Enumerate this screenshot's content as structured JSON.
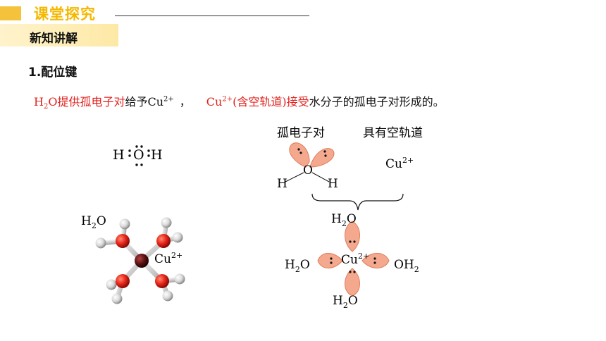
{
  "header": {
    "title": "课堂探究",
    "subtitle": "新知讲解"
  },
  "section": {
    "title": "1.配位键"
  },
  "sentence": {
    "p1_h": "H",
    "p1_sub": "2",
    "p1_rest": "O提供孤电子对",
    "p2": "给予Cu",
    "p2_sup": "2+",
    "p2_tail": "，",
    "p3": "Cu",
    "p3_sup": "2+",
    "p3_rest": "(含空轨道)接受",
    "p4": "水分子的孤电子对形成的。"
  },
  "lewis": {
    "left": "H",
    "center": "O",
    "right": "H"
  },
  "model": {
    "h2o_h": "H",
    "h2o_sub": "2",
    "h2o_o": "O",
    "cu": "Cu",
    "cu_sup": "2+"
  },
  "orbital": {
    "lone_pair_label": "孤电子对",
    "empty_orbital_label": "具有空轨道",
    "o": "O",
    "h_left": "H",
    "h_right": "H",
    "cu": "Cu",
    "cu_sup": "2+"
  },
  "complex": {
    "top": {
      "h": "H",
      "sub": "2",
      "o": "O"
    },
    "left": {
      "h": "H",
      "sub": "2",
      "o": "O"
    },
    "right": {
      "o": "OH",
      "sub": "2"
    },
    "bottom": {
      "h": "H",
      "sub": "2",
      "o": "O"
    },
    "center": "Cu",
    "center_sup": "2+"
  },
  "colors": {
    "accent": "#f5c33b",
    "title": "#f5b800",
    "red": "#e0201c",
    "lobe": "#f4a98e",
    "oxygen": "#e8261a",
    "copper": "#5a1010"
  }
}
